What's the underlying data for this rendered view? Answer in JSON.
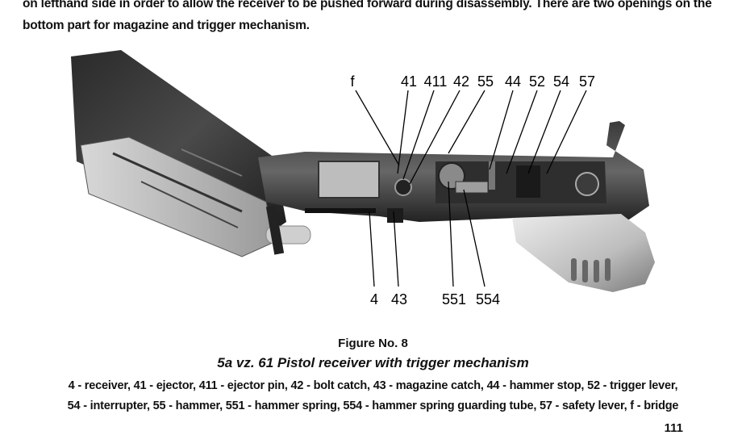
{
  "intro_text": "on lefthand side in order to allow the receiver to be pushed forward during disassembly. There are two openings on the bottom part for magazine and trigger mechanism.",
  "figure": {
    "top_labels": [
      "f",
      "41",
      "411",
      "42",
      "55",
      "44",
      "52",
      "54",
      "57"
    ],
    "bottom_labels": [
      "4",
      "43",
      "551",
      "554"
    ]
  },
  "caption": {
    "number": "Figure No. 8",
    "title": "5a vz. 61 Pistol receiver with trigger mechanism",
    "legend_line1": "4 - receiver, 41 - ejector, 411 - ejector pin, 42 - bolt catch, 43 - magazine catch, 44 - hammer stop, 52 - trigger lever,",
    "legend_line2": "54 - interrupter, 55 - hammer, 551 - hammer spring, 554 - hammer spring guarding tube, 57 - safety lever, f - bridge"
  },
  "page_number": "111",
  "colors": {
    "text": "#111111",
    "metal_dark": "#1e1e1e",
    "metal_mid": "#5a5a5a",
    "metal_light": "#b9b9b9"
  }
}
